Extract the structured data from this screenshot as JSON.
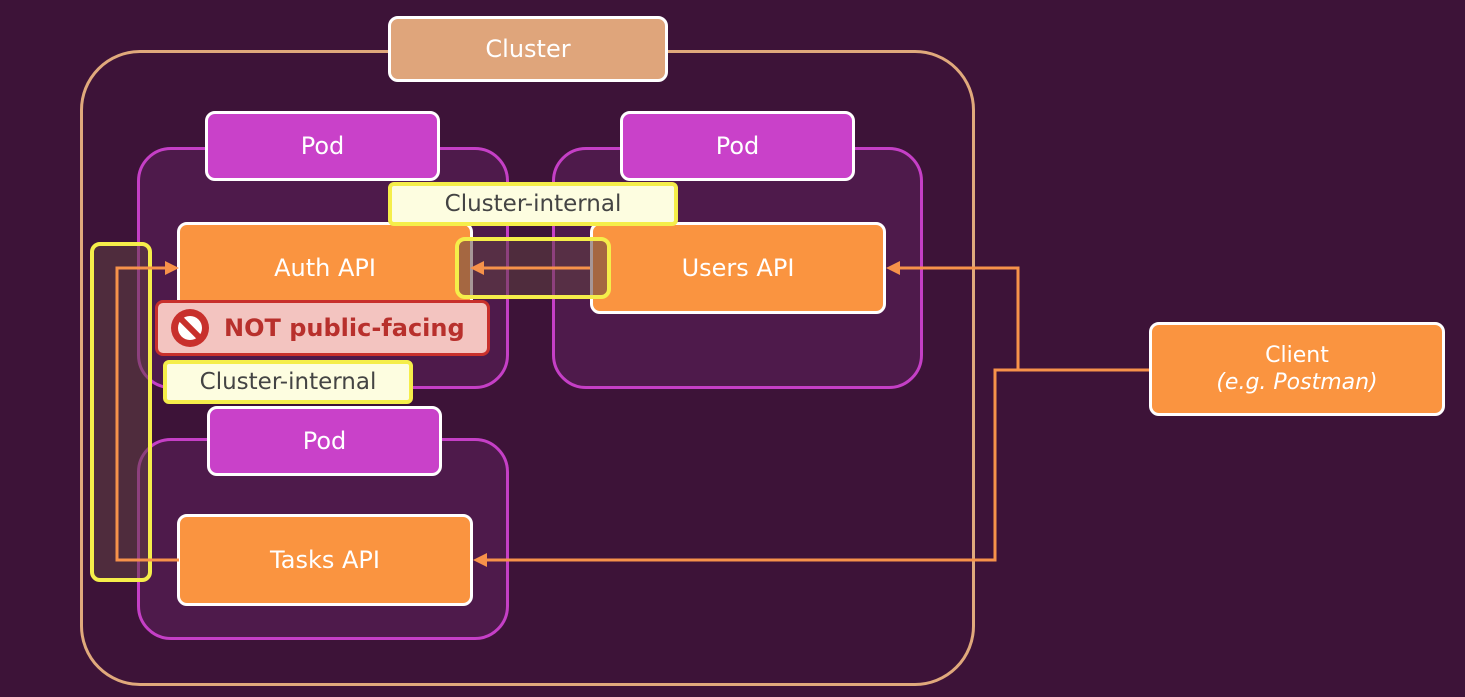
{
  "cluster": {
    "label": "Cluster"
  },
  "pods": [
    {
      "label": "Pod",
      "api": "Auth API"
    },
    {
      "label": "Pod",
      "api": "Users API"
    },
    {
      "label": "Pod",
      "api": "Tasks API"
    }
  ],
  "client": {
    "line1": "Client",
    "line2": "(e.g. Postman)"
  },
  "notices": {
    "cluster_internal_top": "Cluster-internal",
    "cluster_internal_left": "Cluster-internal",
    "not_public_facing": "NOT public-facing"
  },
  "icons": {
    "prohibited": "prohibited-icon",
    "arrowhead": "arrowhead-icon"
  },
  "colors": {
    "background": "#3d1338",
    "cluster": "#dfa57b",
    "pod": "#c941c9",
    "api": "#fa9440",
    "highlight": "#f5ee4a",
    "warning": "#c8302c"
  }
}
